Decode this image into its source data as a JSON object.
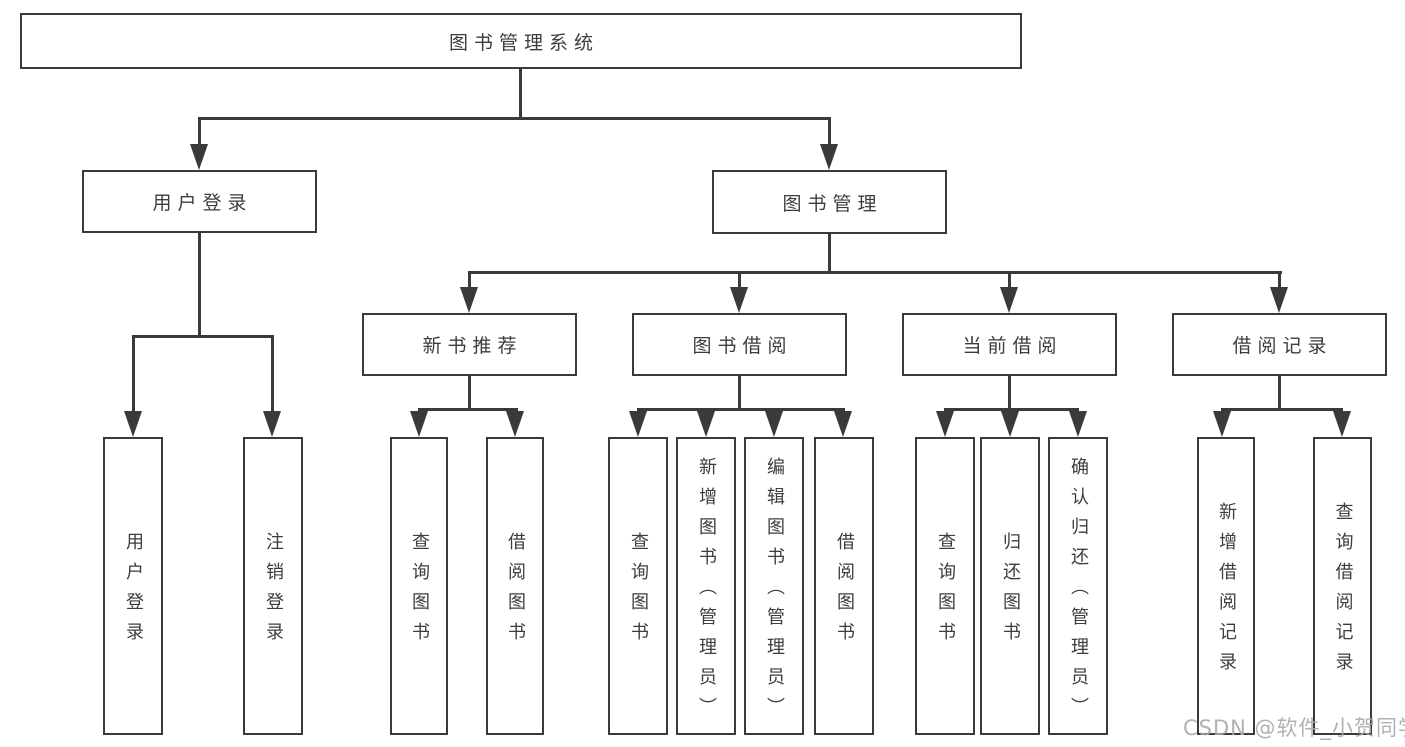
{
  "title": "图书管理系统",
  "watermark": "CSDN @软件_小贺同学",
  "colors": {
    "line": "#3a3a3a",
    "text": "#3d3d3d",
    "box_background": "#ffffff",
    "page_background": "#ffffff",
    "watermark": "#aaaaaa"
  },
  "diagram": {
    "type": "tree",
    "root": {
      "label": "图书管理系统"
    },
    "level1": [
      {
        "label": "用户登录",
        "parent": "图书管理系统"
      },
      {
        "label": "图书管理",
        "parent": "图书管理系统"
      }
    ],
    "level2": [
      {
        "label": "新书推荐",
        "parent": "图书管理"
      },
      {
        "label": "图书借阅",
        "parent": "图书管理"
      },
      {
        "label": "当前借阅",
        "parent": "图书管理"
      },
      {
        "label": "借阅记录",
        "parent": "图书管理"
      }
    ],
    "leaves": [
      {
        "label": "用户登录",
        "parent": "用户登录"
      },
      {
        "label": "注销登录",
        "parent": "用户登录"
      },
      {
        "label": "查询图书",
        "parent": "新书推荐"
      },
      {
        "label": "借阅图书",
        "parent": "新书推荐"
      },
      {
        "label": "查询图书",
        "parent": "图书借阅"
      },
      {
        "label": "新增图书（管理员）",
        "parent": "图书借阅"
      },
      {
        "label": "编辑图书（管理员）",
        "parent": "图书借阅"
      },
      {
        "label": "借阅图书",
        "parent": "图书借阅"
      },
      {
        "label": "查询图书",
        "parent": "当前借阅"
      },
      {
        "label": "归还图书",
        "parent": "当前借阅"
      },
      {
        "label": "确认归还（管理员）",
        "parent": "当前借阅"
      },
      {
        "label": "新增借阅记录",
        "parent": "借阅记录"
      },
      {
        "label": "查询借阅记录",
        "parent": "借阅记录"
      }
    ]
  }
}
